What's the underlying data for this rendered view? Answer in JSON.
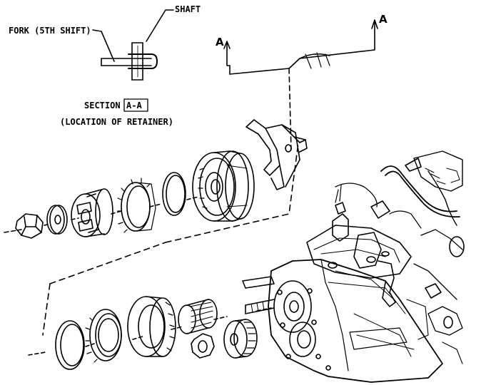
{
  "labels": {
    "shaft": "SHAFT",
    "fork": "FORK (5TH SHIFT)",
    "section_prefix": "SECTION",
    "section_id": "A-A",
    "location": "(LOCATION OF RETAINER)",
    "cut_left": "A",
    "cut_right": "A"
  },
  "colors": {
    "ink": "#000000",
    "paper": "#ffffff"
  }
}
